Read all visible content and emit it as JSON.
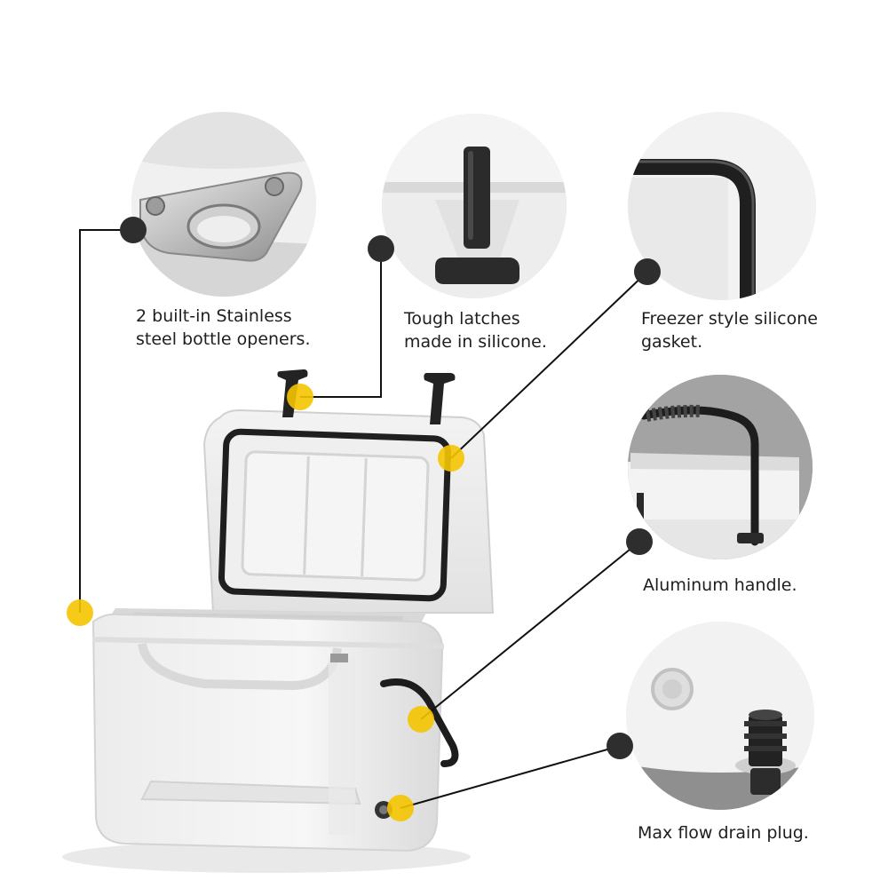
{
  "features": [
    {
      "id": "bottle-opener",
      "caption": [
        "2 built-in Stainless",
        "steel bottle openers."
      ]
    },
    {
      "id": "latches",
      "caption": [
        "Tough latches",
        "made in silicone."
      ]
    },
    {
      "id": "gasket",
      "caption": [
        "Freezer style silicone",
        "gasket."
      ]
    },
    {
      "id": "handle",
      "caption": [
        "Aluminum handle."
      ]
    },
    {
      "id": "drain-plug",
      "caption": [
        "Max flow drain plug."
      ]
    }
  ],
  "colors": {
    "marker_dark": "#2e2e2e",
    "marker_yellow": "#f5c400",
    "connector_line": "#111111",
    "cooler_body": "#f4f4f4",
    "gasket": "#222222",
    "circle_bg": "#ececec",
    "floor_gray": "#a0a0a0"
  },
  "icons": [
    "bottle-opener-icon",
    "latch-icon",
    "gasket-icon",
    "handle-icon",
    "drain-plug-icon",
    "cooler-icon"
  ]
}
